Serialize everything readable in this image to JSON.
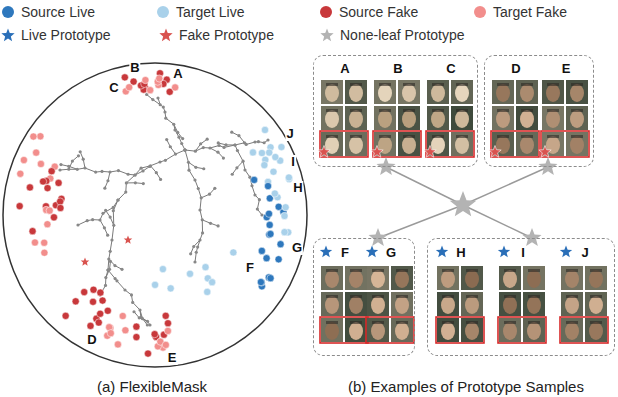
{
  "diagram": {
    "nodes": [
      {
        "text": [
          "A",
          "B",
          "C"
        ]
      },
      {
        "text": [
          "D",
          "E"
        ]
      },
      {
        "text": [
          "F",
          "G"
        ]
      },
      {
        "text": [
          "H",
          "I",
          "J"
        ]
      }
    ],
    "labels": [
      "B",
      "A",
      "C",
      "J",
      "I",
      "H",
      "G",
      "F",
      "D",
      "E",
      "(a) FlexibleMask",
      "(b) Examples of Prototype Samples"
    ],
    "legend": [
      {
        "text": "Source Live",
        "color": "#2e78bd"
      },
      {
        "text": "Target Live",
        "color": "#a9d1ea"
      },
      {
        "text": "Source Fake",
        "color": "#c8383b"
      },
      {
        "text": "Target Fake",
        "color": "#f28e8c"
      },
      {
        "text": "Live Prototype",
        "color": "#2a6fb8"
      },
      {
        "text": "Fake Prototype",
        "color": "#d9534f"
      },
      {
        "text": "None-leaf Prototype",
        "color": "#b3b3b3"
      }
    ]
  }
}
